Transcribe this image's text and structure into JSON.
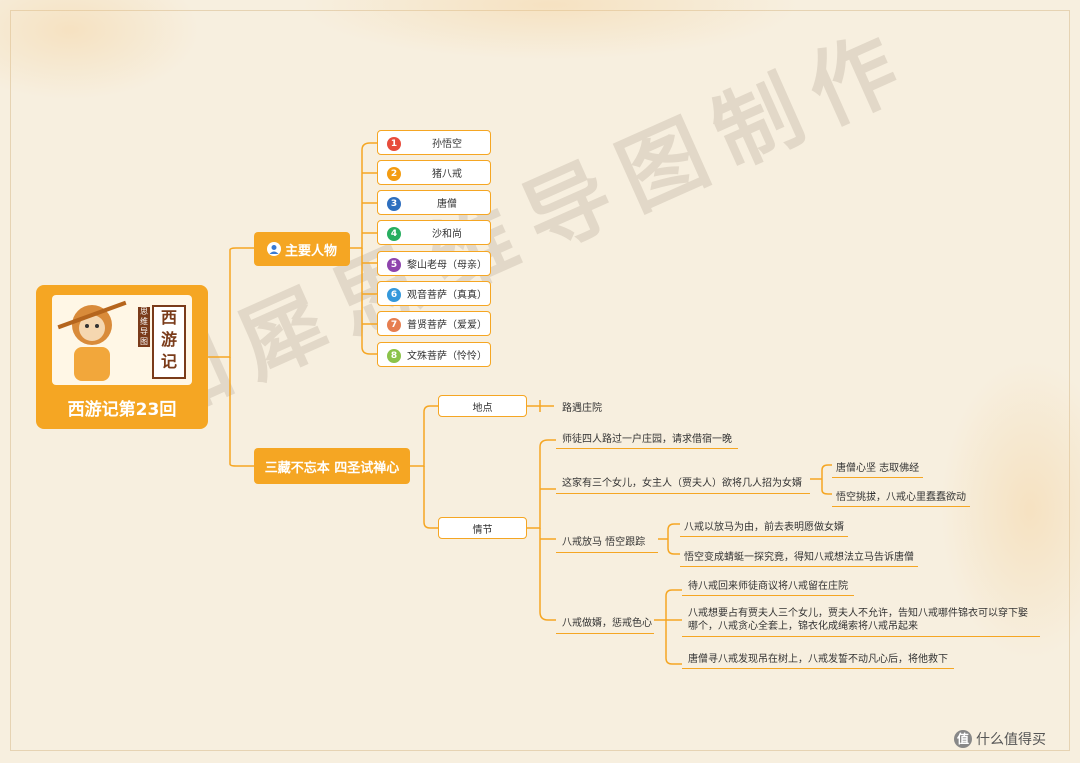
{
  "root": {
    "title": "西游记第23回",
    "cover_title": "西游记",
    "cover_tag": "思维导图"
  },
  "branch1": {
    "label": "主要人物",
    "icon": "user-icon"
  },
  "characters": [
    {
      "num": "1",
      "name": "孙悟空",
      "color": "#e74c3c"
    },
    {
      "num": "2",
      "name": "猪八戒",
      "color": "#f39c12"
    },
    {
      "num": "3",
      "name": "唐僧",
      "color": "#2e6fbf"
    },
    {
      "num": "4",
      "name": "沙和尚",
      "color": "#27ae60"
    },
    {
      "num": "5",
      "name": "黎山老母（母亲）",
      "color": "#8e44ad"
    },
    {
      "num": "6",
      "name": "观音菩萨（真真）",
      "color": "#3498db"
    },
    {
      "num": "7",
      "name": "普贤菩萨（爱爱）",
      "color": "#e67e50"
    },
    {
      "num": "8",
      "name": "文殊菩萨（怜怜）",
      "color": "#8bc34a"
    }
  ],
  "branch2": {
    "label": "三藏不忘本 四圣试禅心"
  },
  "place": {
    "label": "地点",
    "value": "路遇庄院"
  },
  "plot": {
    "label": "情节",
    "intro": "师徒四人路过一户庄园，请求借宿一晚",
    "s1": {
      "text": "这家有三个女儿，女主人（贾夫人）欲将几人招为女婿",
      "c1": "唐僧心坚 志取佛经",
      "c2": "悟空挑拔，八戒心里蠢蠢欲动"
    },
    "s2": {
      "text": "八戒放马 悟空跟踪",
      "c1": "八戒以放马为由，前去表明愿做女婿",
      "c2": "悟空变成蜻蜓一探究竟，得知八戒想法立马告诉唐僧"
    },
    "s3": {
      "text": "八戒做婿，惩戒色心",
      "c1": "待八戒回来师徒商议将八戒留在庄院",
      "c2": "八戒想要占有贾夫人三个女儿，贾夫人不允许，告知八戒哪件锦衣可以穿下娶哪个，八戒贪心全套上，锦衣化成绳索将八戒吊起来",
      "c3": "唐僧寻八戒发现吊在树上，八戒发誓不动凡心后，将他救下"
    }
  },
  "footer": {
    "logo": "值",
    "text": "什么值得买"
  },
  "watermark": "知犀思维导图制作",
  "colors": {
    "accent": "#f5a623",
    "background": "#f7efdf"
  }
}
